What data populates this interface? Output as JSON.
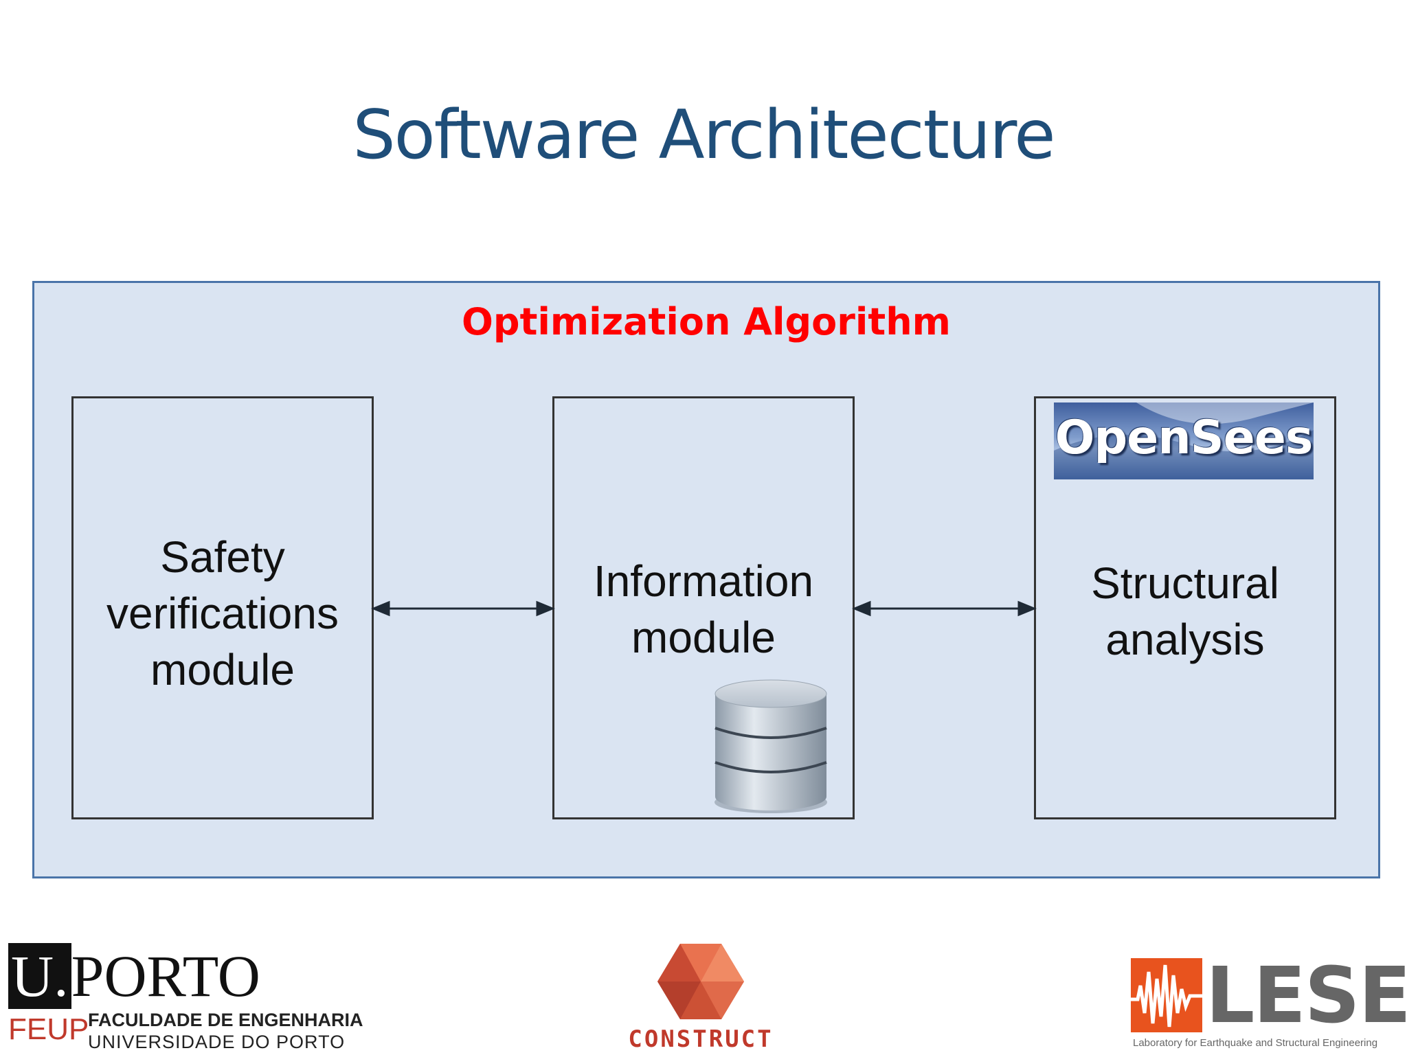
{
  "slide": {
    "title": "Software Architecture"
  },
  "diagram": {
    "container_label": "Optimization Algorithm",
    "modules": [
      {
        "label": "Safety\nverifications\nmodule"
      },
      {
        "label": "Information\nmodule",
        "icon": "database-icon"
      },
      {
        "label": "Structural\nanalysis",
        "logo_text": "OpenSees"
      }
    ],
    "connections": [
      {
        "from": "Safety verifications module",
        "to": "Information module",
        "type": "bidirectional"
      },
      {
        "from": "Information module",
        "to": "Structural analysis",
        "type": "bidirectional"
      }
    ]
  },
  "footer": {
    "uporto": {
      "u": "U.",
      "porto": "PORTO",
      "feup": "FEUP",
      "line1": "FACULDADE DE ENGENHARIA",
      "line2": "UNIVERSIDADE DO PORTO"
    },
    "construct": "CONSTRUCT",
    "lese": {
      "name": "LESE",
      "subtitle": "Laboratory for Earthquake and Structural Engineering"
    }
  },
  "colors": {
    "title": "#1f4e79",
    "container_fill": "#dae4f2",
    "container_border": "#4a74a9",
    "container_label": "#ff0000"
  }
}
